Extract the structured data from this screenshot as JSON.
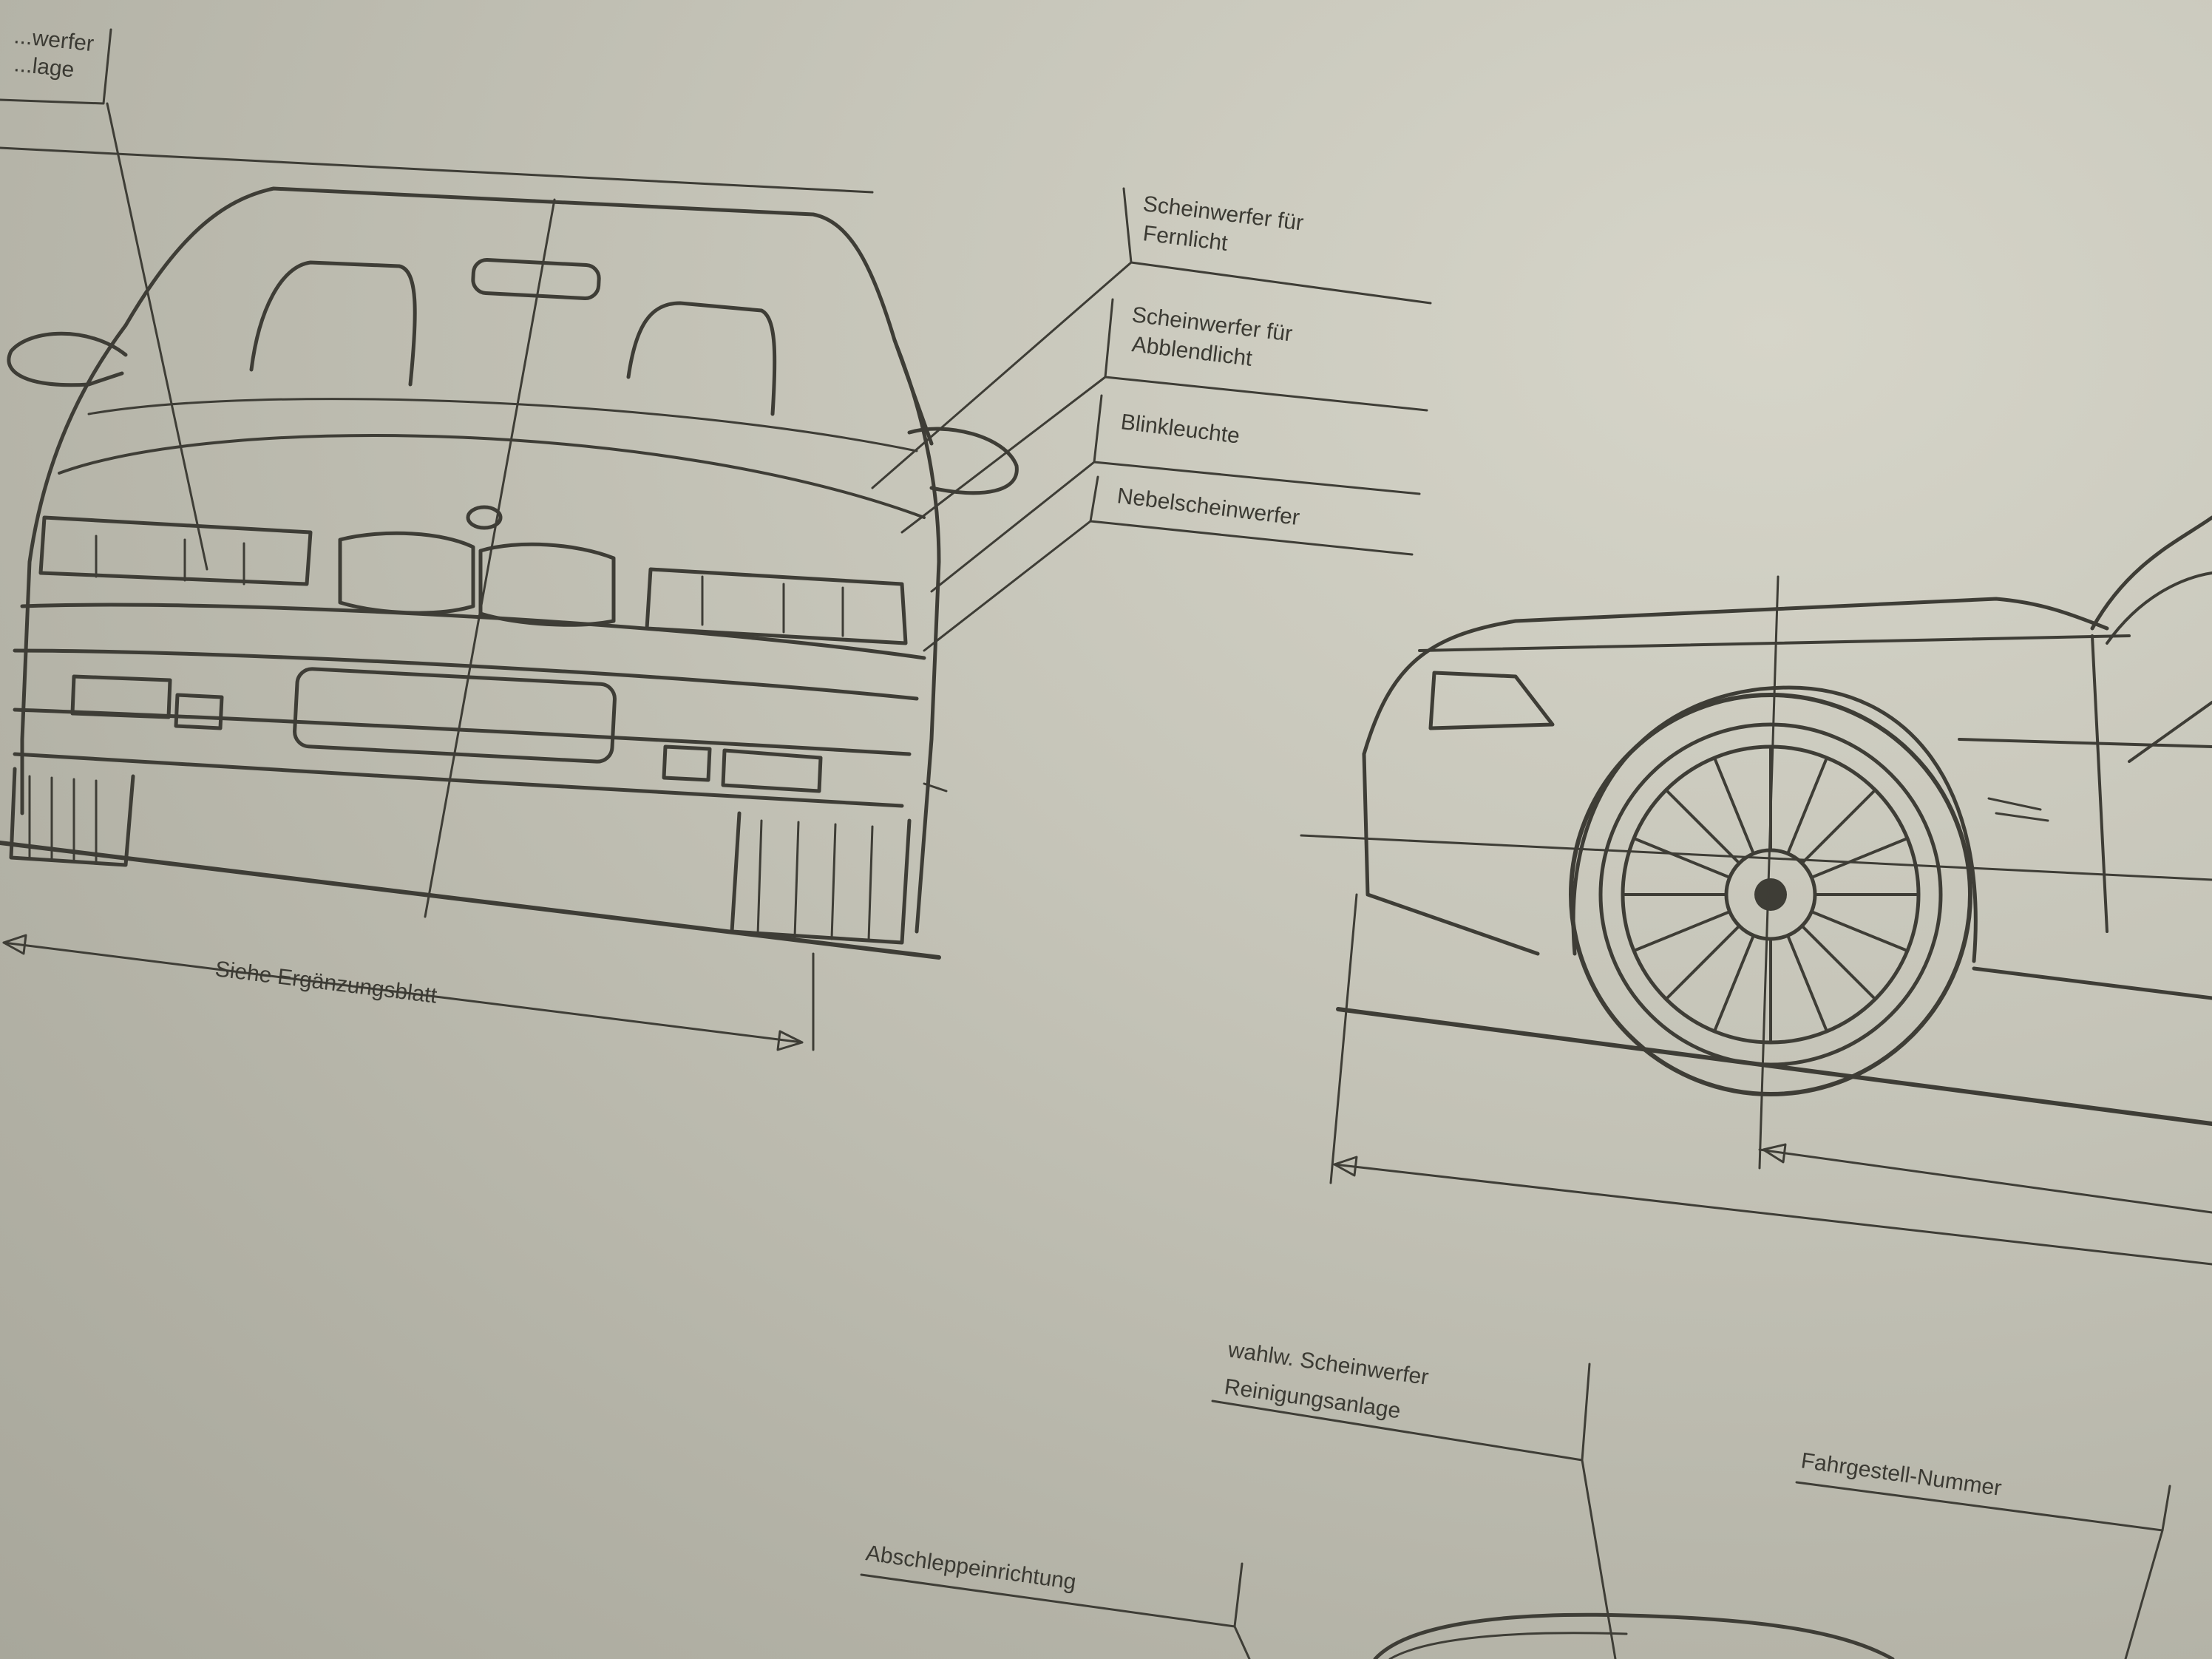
{
  "callouts": {
    "top_left_line1": "...werfer",
    "top_left_line2": "...lage",
    "high_beam_line1": "Scheinwerfer für",
    "high_beam_line2": "Fernlicht",
    "low_beam_line1": "Scheinwerfer für",
    "low_beam_line2": "Abblendlicht",
    "indicator": "Blinkleuchte",
    "fog_light": "Nebelscheinwerfer",
    "dimension_note": "Siehe Ergänzungsblatt",
    "headlamp_washer_line1": "wahlw. Scheinwerfer",
    "headlamp_washer_line2": "Reinigungsanlage",
    "chassis_number": "Fahrgestell-Nummer",
    "towing_eye": "Abschleppeinrichtung"
  },
  "colors": {
    "paper": "#c6c5b9",
    "ink": "#3e3d36"
  }
}
